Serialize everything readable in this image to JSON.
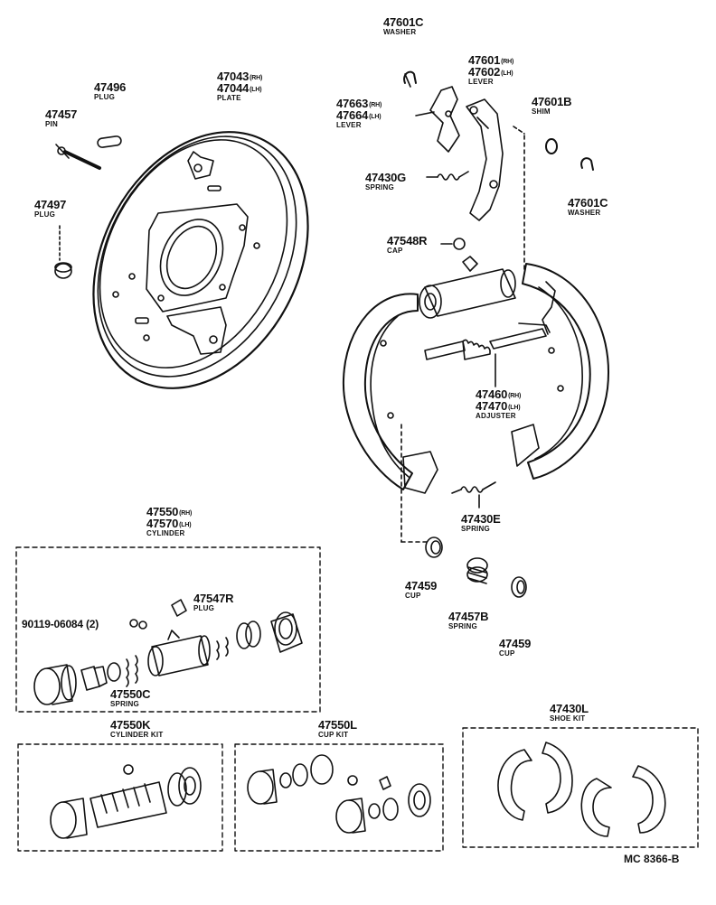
{
  "labels": {
    "washer_top": {
      "part": "47601C",
      "name": "WASHER"
    },
    "lever_main": {
      "part_rh": "47601",
      "part_lh": "47602",
      "rh": "(RH)",
      "lh": "(LH)",
      "name": "LEVER"
    },
    "lever_small": {
      "part_rh": "47663",
      "part_lh": "47664",
      "rh": "(RH)",
      "lh": "(LH)",
      "name": "LEVER"
    },
    "shim": {
      "part": "47601B",
      "name": "SHIM"
    },
    "washer_right": {
      "part": "47601C",
      "name": "WASHER"
    },
    "spring_g": {
      "part": "47430G",
      "name": "SPRING"
    },
    "cap": {
      "part": "47548R",
      "name": "CAP"
    },
    "plate": {
      "part_rh": "47043",
      "part_lh": "47044",
      "rh": "(RH)",
      "lh": "(LH)",
      "name": "PLATE"
    },
    "plug_top": {
      "part": "47496",
      "name": "PLUG"
    },
    "pin": {
      "part": "47457",
      "name": "PIN"
    },
    "plug_left": {
      "part": "47497",
      "name": "PLUG"
    },
    "adjuster": {
      "part_rh": "47460",
      "part_lh": "47470",
      "rh": "(RH)",
      "lh": "(LH)",
      "name": "ADJUSTER"
    },
    "spring_e": {
      "part": "47430E",
      "name": "SPRING"
    },
    "cup_left": {
      "part": "47459",
      "name": "CUP"
    },
    "spring_b": {
      "part": "47457B",
      "name": "SPRING"
    },
    "cup_right": {
      "part": "47459",
      "name": "CUP"
    },
    "cylinder": {
      "part_rh": "47550",
      "part_lh": "47570",
      "rh": "(RH)",
      "lh": "(LH)",
      "name": "CYLINDER"
    },
    "plug_cyl": {
      "part": "47547R",
      "name": "PLUG"
    },
    "bolt": {
      "part": "90119-06084 (2)"
    },
    "spring_c": {
      "part": "47550C",
      "name": "SPRING"
    },
    "cylinder_kit": {
      "part": "47550K",
      "name": "CYLINDER KIT"
    },
    "cup_kit": {
      "part": "47550L",
      "name": "CUP KIT"
    },
    "shoe_kit": {
      "part": "47430L",
      "name": "SHOE KIT"
    }
  },
  "reference": "MC 8366-B"
}
